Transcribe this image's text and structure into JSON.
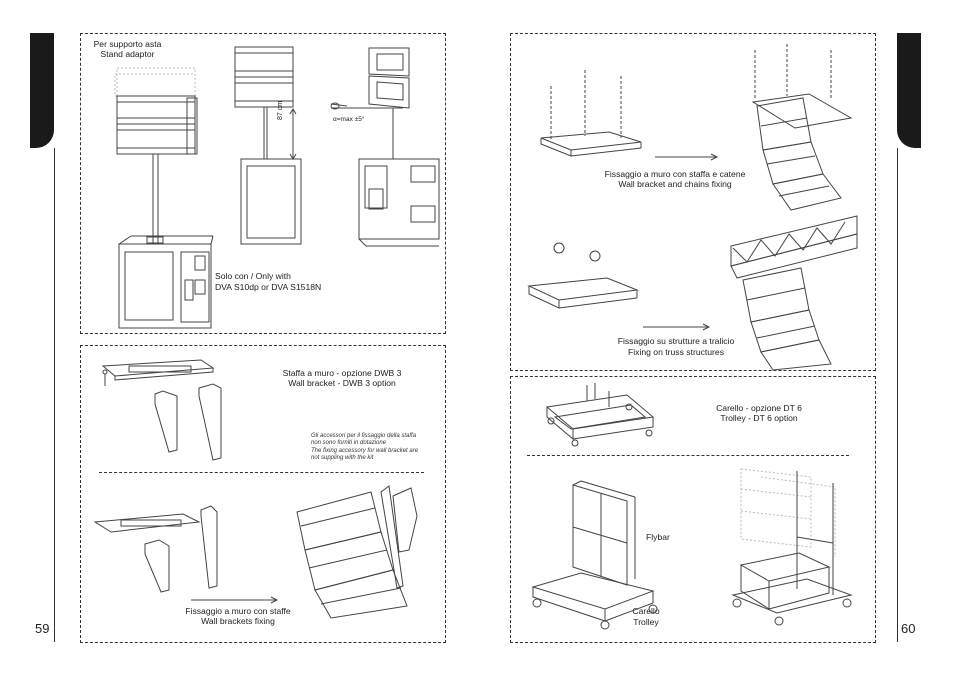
{
  "pages": {
    "left_number": "59",
    "right_number": "60"
  },
  "stand": {
    "title_it": "Per supporto asta",
    "title_en": "Stand adaptor",
    "dimension": "87 cm",
    "angle": "α=max ±5°",
    "requirement_line1": "Solo con / Only with",
    "requirement_line2": "DVA S10dp or DVA S1518N"
  },
  "wall_bracket": {
    "title_it": "Staffa a muro - opzione DWB 3",
    "title_en": "Wall bracket - DWB 3 option",
    "note": [
      "Gli accessori per il fissaggio della staffa",
      "non sono forniti in dotazione",
      "The fixing accessory for wall bracket are",
      "not suppling with the kit"
    ],
    "fixing_it": "Fissaggio a muro con staffe",
    "fixing_en": "Wall brackets fixing"
  },
  "chains": {
    "caption_it": "Fissaggio a muro con staffa e catene",
    "caption_en": "Wall bracket and chains fixing"
  },
  "truss": {
    "caption_it": "Fissaggio su strutture a tralicio",
    "caption_en": "Fixing on truss structures"
  },
  "trolley": {
    "title_it": "Carello - opzione DT 6",
    "title_en": "Trolley - DT 6 option",
    "flybar": "Flybar",
    "carello": "Carello",
    "trolley": "Trolley"
  }
}
